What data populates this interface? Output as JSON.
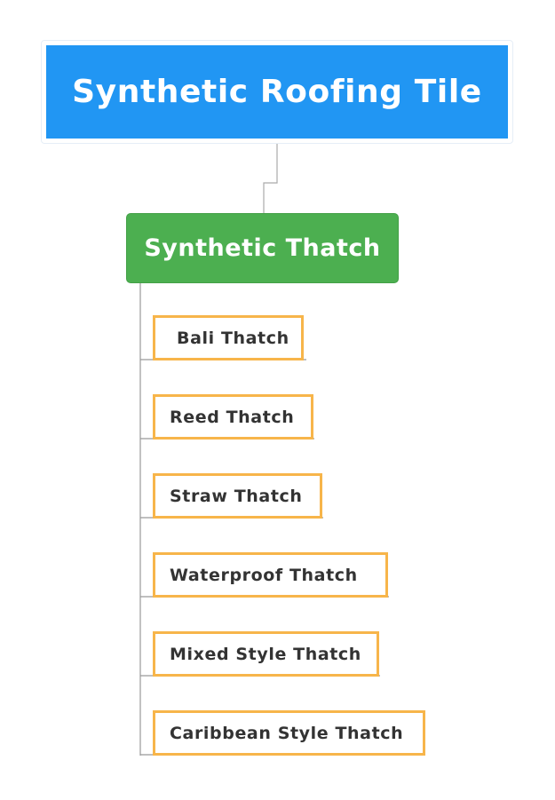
{
  "root": {
    "title": "Synthetic Roofing Tile"
  },
  "main_topic": {
    "title": "Synthetic Thatch"
  },
  "subtopics": [
    {
      "label": "Bali Thatch"
    },
    {
      "label": "Reed Thatch"
    },
    {
      "label": "Straw Thatch"
    },
    {
      "label": "Waterproof Thatch"
    },
    {
      "label": "Mixed Style Thatch"
    },
    {
      "label": "Caribbean Style Thatch"
    }
  ],
  "colors": {
    "root_fill": "#2196f3",
    "main_fill": "#4caf50",
    "subtopic_border": "#f7b54a",
    "connector": "#999999",
    "subtopic_text": "#333333"
  }
}
